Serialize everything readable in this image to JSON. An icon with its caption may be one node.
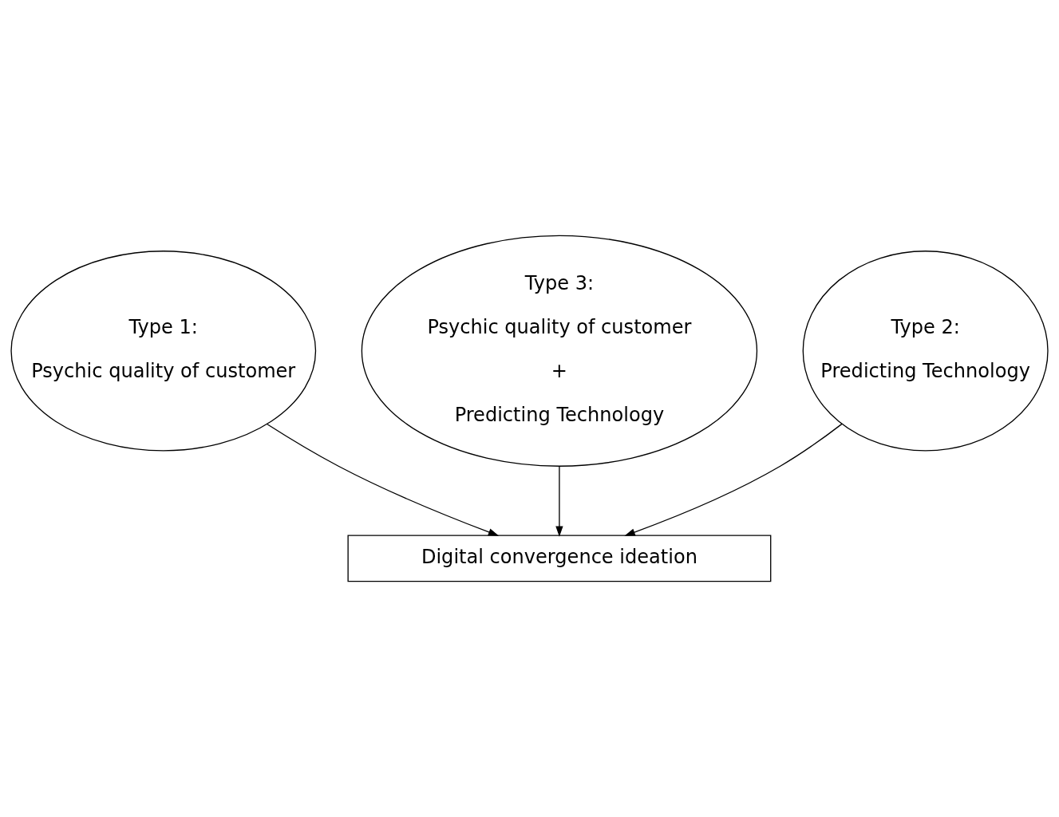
{
  "diagram": {
    "nodes": [
      {
        "text": [
          "Type 3:",
          "Psychic quality of customer",
          "+",
          "Predicting Technology"
        ]
      },
      {
        "text": [
          "Type 1:",
          "Psychic quality of customer"
        ]
      },
      {
        "text": [
          "Type 2:",
          "Predicting Technology"
        ]
      },
      {
        "text": [
          "Digital convergence ideation"
        ]
      }
    ],
    "edges": [
      {
        "from": 1,
        "to": 3,
        "arrow": "to"
      },
      {
        "from": 0,
        "to": 3,
        "arrow": "to"
      },
      {
        "from": 2,
        "to": 3,
        "arrow": "to"
      }
    ]
  }
}
